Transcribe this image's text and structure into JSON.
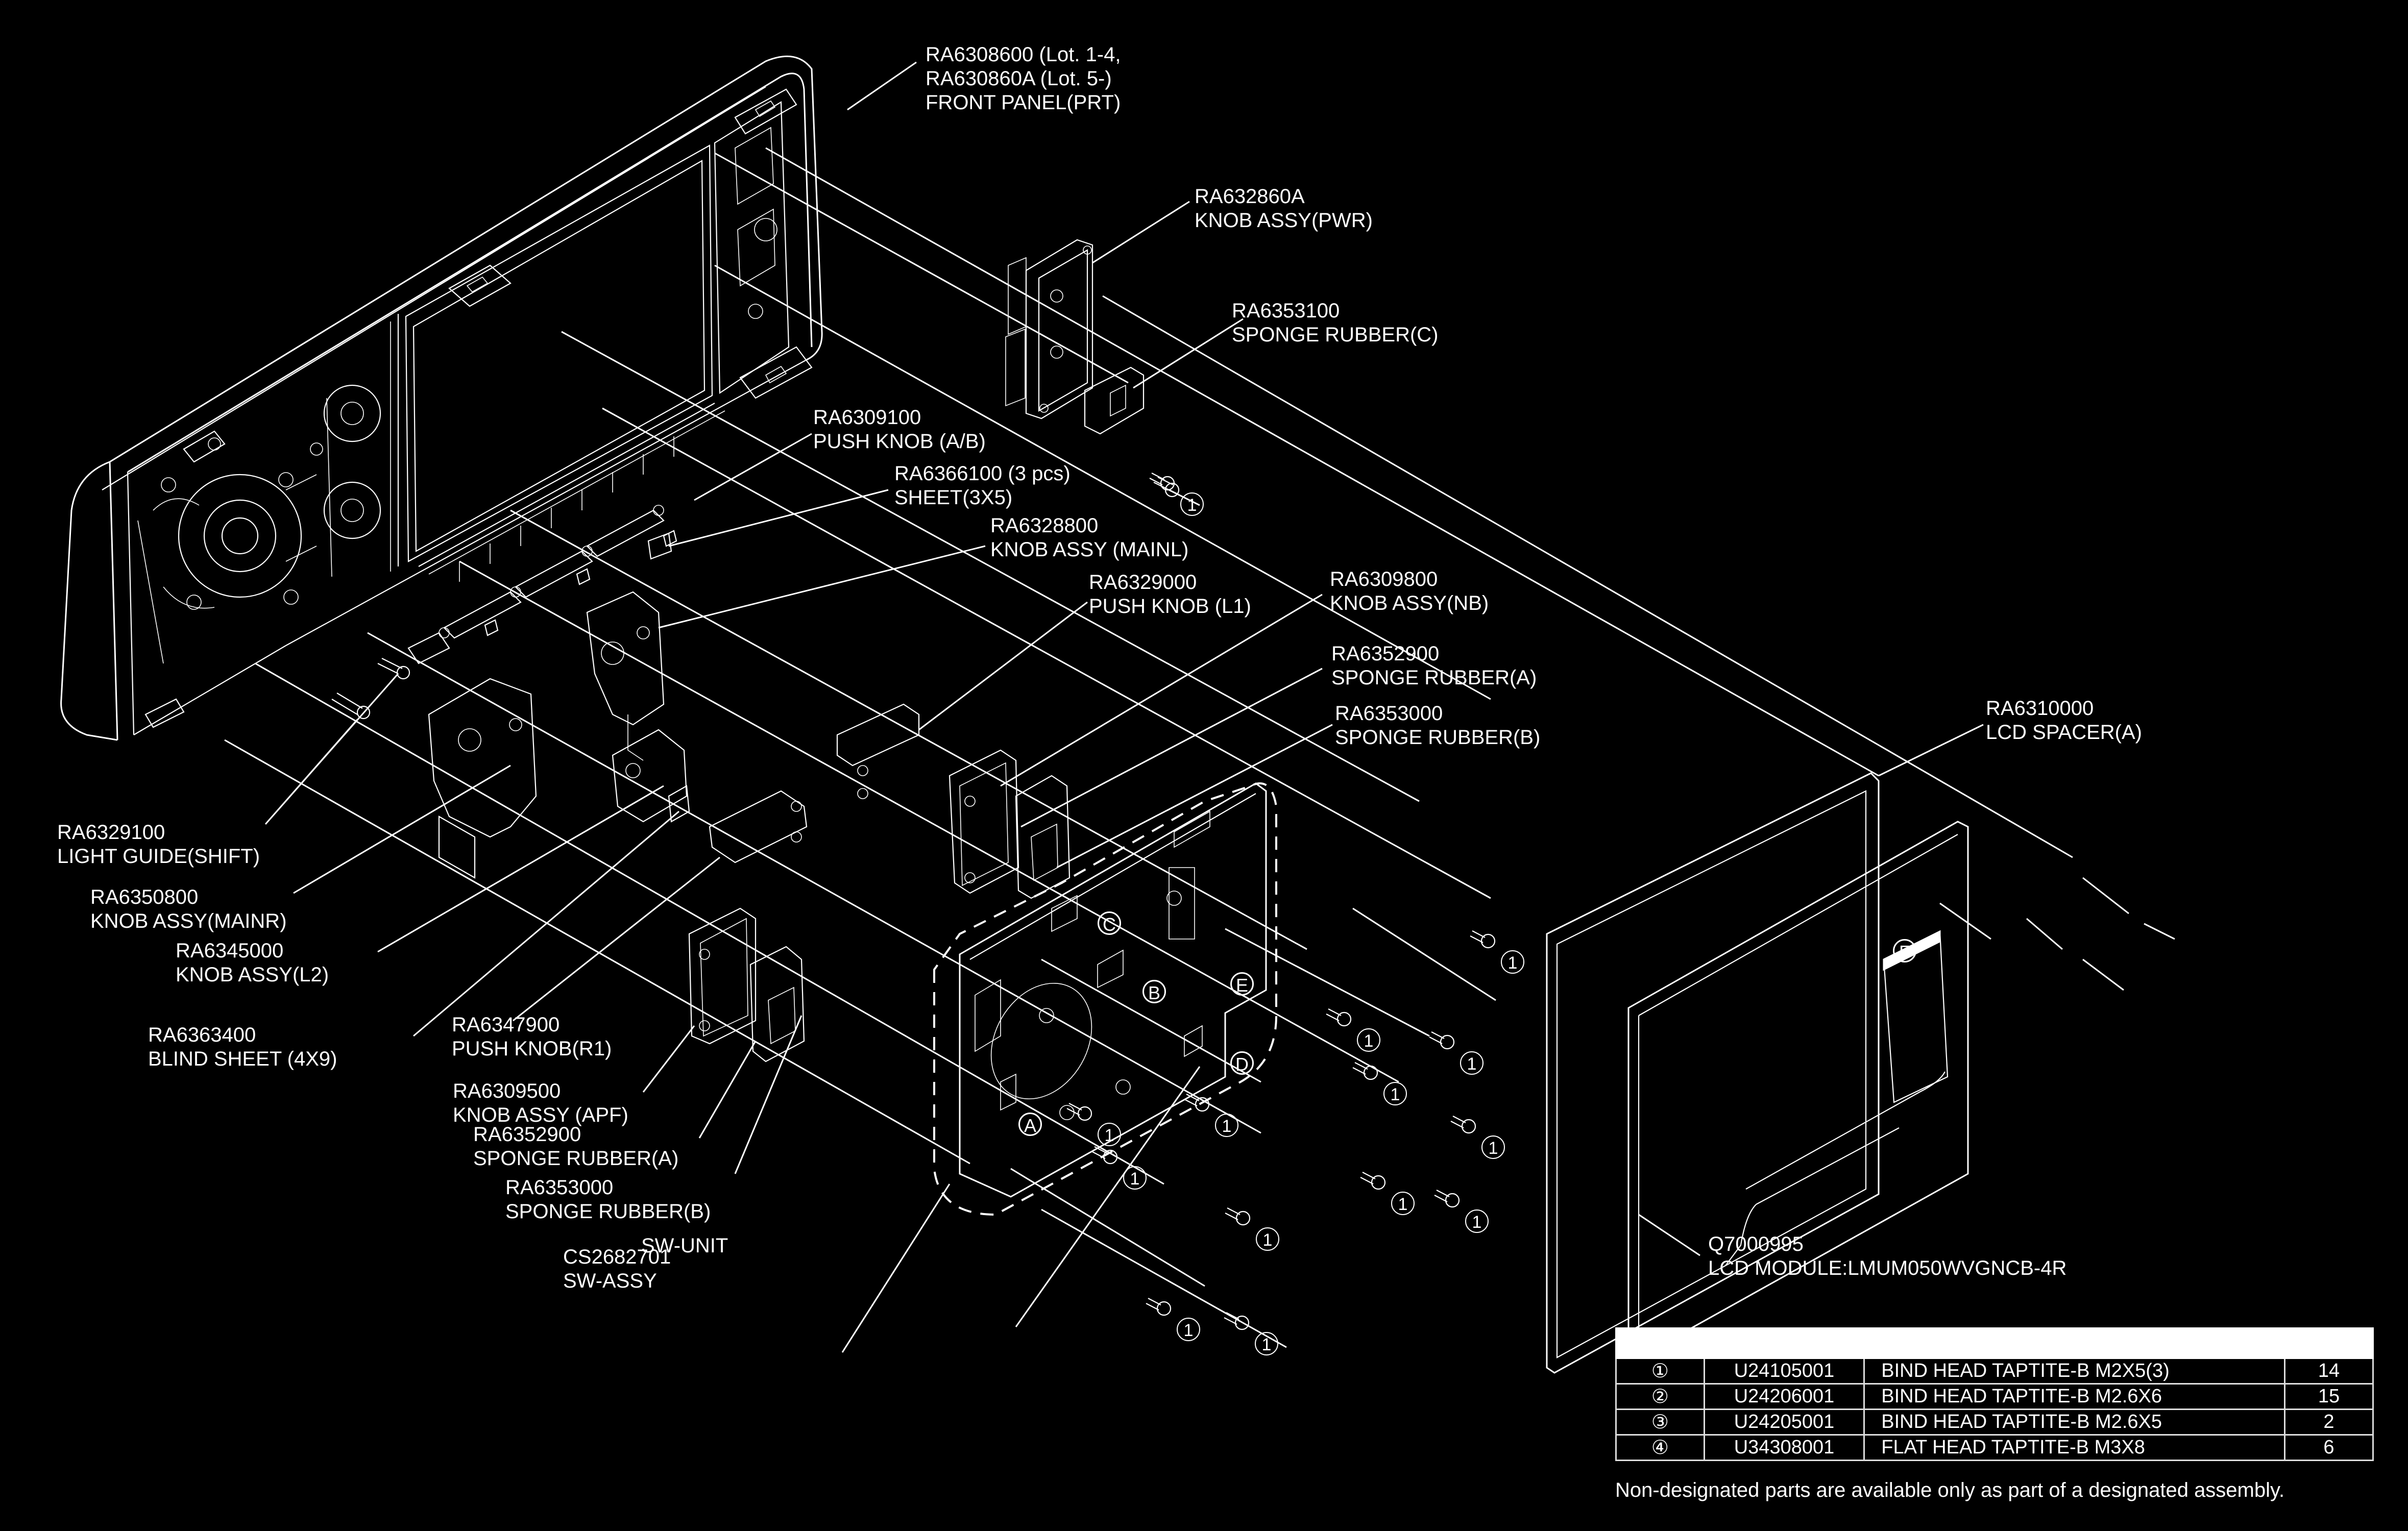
{
  "diagram": {
    "title": "Front panel exploded view",
    "background_color": "#000000",
    "line_color": "#ffffff"
  },
  "callouts": {
    "front_panel": {
      "lines": [
        "RA6308600 (Lot. 1-4,",
        "RA630860A (Lot. 5-)",
        "FRONT PANEL(PRT)"
      ]
    },
    "knob_pwr": {
      "lines": [
        "RA632860A",
        "KNOB ASSY(PWR)"
      ]
    },
    "sponge_c": {
      "lines": [
        "RA6353100",
        "SPONGE RUBBER(C)"
      ]
    },
    "push_knob_ab": {
      "lines": [
        "RA6309100",
        "PUSH KNOB (A/B)"
      ]
    },
    "sheet_3x5": {
      "lines": [
        "RA6366100  (3 pcs)",
        "SHEET(3X5)"
      ]
    },
    "knob_mainl": {
      "lines": [
        "RA6328800",
        "KNOB ASSY (MAINL)"
      ]
    },
    "push_knob_l1": {
      "lines": [
        "RA6329000",
        "PUSH KNOB (L1)"
      ]
    },
    "knob_nb": {
      "lines": [
        "RA6309800",
        "KNOB ASSY(NB)"
      ]
    },
    "sponge_a_right": {
      "lines": [
        "RA6352900",
        "SPONGE RUBBER(A)"
      ]
    },
    "sponge_b_right": {
      "lines": [
        "RA6353000",
        "SPONGE RUBBER(B)"
      ]
    },
    "lcd_spacer": {
      "lines": [
        "RA6310000",
        "LCD SPACER(A)"
      ]
    },
    "light_guide": {
      "lines": [
        "RA6329100",
        "LIGHT GUIDE(SHIFT)"
      ]
    },
    "knob_mainr": {
      "lines": [
        "RA6350800",
        "KNOB ASSY(MAINR)"
      ]
    },
    "knob_l2": {
      "lines": [
        "RA6345000",
        "KNOB ASSY(L2)"
      ]
    },
    "blind_sheet": {
      "lines": [
        "RA6363400",
        "BLIND SHEET (4X9)"
      ]
    },
    "push_knob_r1": {
      "lines": [
        "RA6347900",
        "PUSH KNOB(R1)"
      ]
    },
    "knob_apf": {
      "lines": [
        "RA6309500",
        "KNOB ASSY (APF)"
      ]
    },
    "sponge_a_left": {
      "lines": [
        "RA6352900",
        "SPONGE RUBBER(A)"
      ]
    },
    "sponge_b_left": {
      "lines": [
        "RA6353000",
        "SPONGE RUBBER(B)"
      ]
    },
    "sw_assy": {
      "lines": [
        "CS2682701",
        "SW-ASSY"
      ]
    },
    "sw_unit": {
      "lines": [
        "SW-UNIT"
      ]
    },
    "lcd_module": {
      "lines": [
        "Q7000995",
        "LCD MODULE:LMUM050WVGNCB-4R"
      ]
    }
  },
  "connector_markers": [
    "A",
    "B",
    "C",
    "D",
    "E",
    "F"
  ],
  "screw_marker": "1",
  "screw_table": {
    "header": [
      "",
      "",
      "",
      ""
    ],
    "rows": [
      {
        "ref": "①",
        "code": "U24105001",
        "description": "BIND HEAD TAPTITE-B M2X5(3)",
        "qty": "14"
      },
      {
        "ref": "②",
        "code": "U24206001",
        "description": "BIND HEAD TAPTITE-B M2.6X6",
        "qty": "15"
      },
      {
        "ref": "③",
        "code": "U24205001",
        "description": "BIND HEAD TAPTITE-B M2.6X5",
        "qty": "2"
      },
      {
        "ref": "④",
        "code": "U34308001",
        "description": "FLAT HEAD TAPTITE-B M3X8",
        "qty": "6"
      }
    ]
  },
  "footnote": "Non-designated parts are available only as part of a designated assembly."
}
